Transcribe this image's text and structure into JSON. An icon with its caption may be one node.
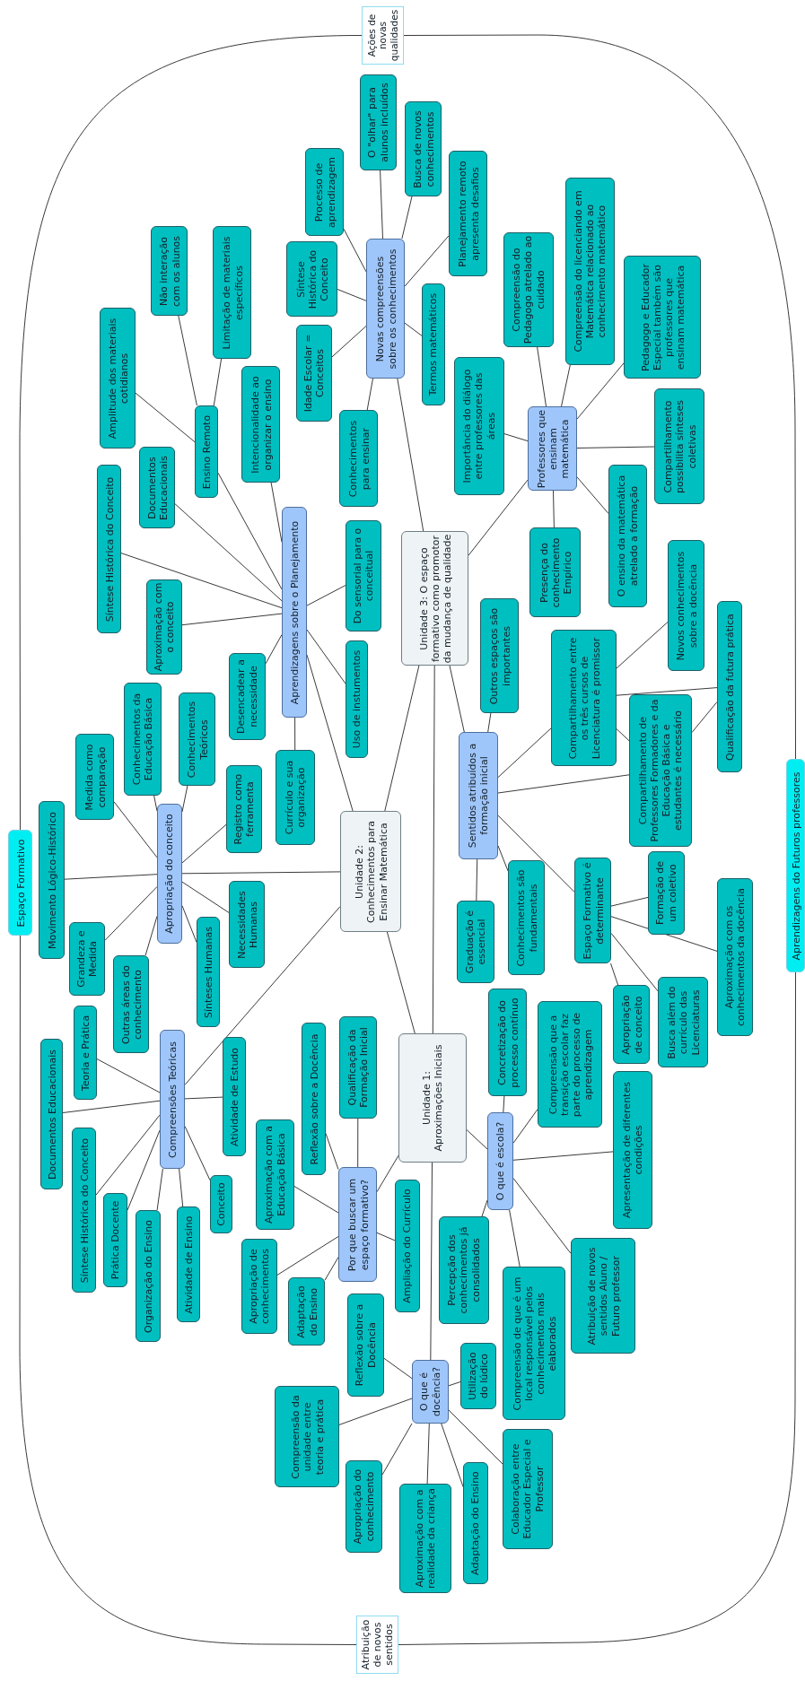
{
  "diagram": {
    "nodes": [
      {
        "text": [
          "Ações de novas qualidades"
        ]
      },
      {
        "text": [
          "Espaço Formativo"
        ]
      },
      {
        "text": [
          "Aprendizagens do Futuros professores"
        ]
      },
      {
        "text": [
          "Atribuição de novos sentidos"
        ]
      },
      {
        "text": [
          "O \"olhar\" para alunos incluídos"
        ]
      },
      {
        "text": [
          "Busca de novos conhecimentos"
        ]
      },
      {
        "text": [
          "Processo de aprendizagem"
        ]
      },
      {
        "text": [
          "Planejamento remoto apresenta desafios"
        ]
      },
      {
        "text": [
          "Não interação com os alunos"
        ]
      },
      {
        "text": [
          "Limitação de materiais específicos"
        ]
      },
      {
        "text": [
          "Compreensão do licenciando em Matemática relacionado ao conhecimento matemático"
        ]
      },
      {
        "text": [
          "Compreensão do Pedagogo atrelado ao cuidado"
        ]
      },
      {
        "text": [
          "Novas compreensões sobre os conhecimentos"
        ]
      },
      {
        "text": [
          "Síntese Histórica do Conceito"
        ]
      },
      {
        "text": [
          "Pedagogo e Educador Especial também são professores que ensinam matemática"
        ]
      },
      {
        "text": [
          "Termos matemáticos"
        ]
      },
      {
        "text": [
          "Amplitude dos materiais cotidianos"
        ]
      },
      {
        "text": [
          "Idade Escolar = Conceitos"
        ]
      },
      {
        "text": [
          "Importância do diálogo entre professores das áreas"
        ]
      },
      {
        "text": [
          "Intencionalidade ao organizar o ensino"
        ]
      },
      {
        "text": [
          "Compartilhamento possibilita sínteses coletivas"
        ]
      },
      {
        "text": [
          "Ensino Remoto"
        ]
      },
      {
        "text": [
          "Professores que ensinam matemática"
        ]
      },
      {
        "text": [
          "Conhecimentos para ensinar"
        ]
      },
      {
        "text": [
          "Documentos Educacionais"
        ]
      },
      {
        "text": [
          "Síntese Histórica do Conceito"
        ]
      },
      {
        "text": [
          "O ensino da matemática atrelado a formação"
        ]
      },
      {
        "text": [
          "Aprendizagens sobre o Planejamento"
        ]
      },
      {
        "text": [
          "Do sensorial para o conceitual"
        ]
      },
      {
        "text": [
          "Presença do conhecimento Empírico"
        ]
      },
      {
        "text": [
          "Unidade 3: O espaço formativo como promotor da mudança de qualidade"
        ]
      },
      {
        "text": [
          "Novos conhecimentos sobre a docência"
        ]
      },
      {
        "text": [
          "Aproximação com o conceito"
        ]
      },
      {
        "text": [
          "Outros espaços são importantes"
        ]
      },
      {
        "text": [
          "Qualificação da futura prática"
        ]
      },
      {
        "text": [
          "Compartilhamento entre os três cursos de Licenciatura é promissor"
        ]
      },
      {
        "text": [
          "Uso de instumentos"
        ]
      },
      {
        "text": [
          "Desencadear a necessidade"
        ]
      },
      {
        "text": [
          "Conhecimentos da Educação Básica"
        ]
      },
      {
        "text": [
          "Conhecimentos Teóricos"
        ]
      },
      {
        "text": [
          "Compartilhamento de Professores Formadores e da Educação Básica e estudantes é necessário"
        ]
      },
      {
        "text": [
          "Sentidos atribuídos a formação inicial"
        ]
      },
      {
        "text": [
          "Medida como comparação"
        ]
      },
      {
        "text": [
          "Currículo e sua organização"
        ]
      },
      {
        "text": [
          "Registro como ferramenta"
        ]
      },
      {
        "text": [
          "Movimento Lógico-Histórico"
        ]
      },
      {
        "text": [
          "Apropriação do conceito"
        ]
      },
      {
        "text": [
          "Unidade 2: Conhecimentos para Ensinar Matemática"
        ]
      },
      {
        "text": [
          "Formação de um coletivo"
        ]
      },
      {
        "text": [
          "Espaço Formativo é determinante"
        ]
      },
      {
        "text": [
          "Conhecimentos são fundamentais"
        ]
      },
      {
        "text": [
          "Aproximação com os conhecimentos da docência"
        ]
      },
      {
        "text": [
          "Necessidades Humanas"
        ]
      },
      {
        "text": [
          "Graduação é essencial"
        ]
      },
      {
        "text": [
          "Sínteses Humanas"
        ]
      },
      {
        "text": [
          "Grandeza e Medida"
        ]
      },
      {
        "text": [
          "Outras áreas do conhecimento"
        ]
      },
      {
        "text": [
          "Busca além do currículo das Licenciaturas"
        ]
      },
      {
        "text": [
          "Apropriação de conceito"
        ]
      },
      {
        "text": [
          "Concretização do processo contínuo"
        ]
      },
      {
        "text": [
          "Compreensão que a transição escolar faz parte do processo de aprendizagem"
        ]
      },
      {
        "text": [
          "Teoria e Prática"
        ]
      },
      {
        "text": [
          "Qualificação da Formação Inicial"
        ]
      },
      {
        "text": [
          "Reflexão sobre a Docência"
        ]
      },
      {
        "text": [
          "Compreensões Teóricas"
        ]
      },
      {
        "text": [
          "Unidade 1: Aproximações Iniciais"
        ]
      },
      {
        "text": [
          "Atividade de Estudo"
        ]
      },
      {
        "text": [
          "Documentos Educacionais"
        ]
      },
      {
        "text": [
          "Apresentação de diferentes condições"
        ]
      },
      {
        "text": [
          "O que é escola?"
        ]
      },
      {
        "text": [
          "Aproximação com a Educação Básica"
        ]
      },
      {
        "text": [
          "Síntese Histórica do Conceito"
        ]
      },
      {
        "text": [
          "Por que buscar um espaço formativo?"
        ]
      },
      {
        "text": [
          "Conceito"
        ]
      },
      {
        "text": [
          "Ampliação do Currículo"
        ]
      },
      {
        "text": [
          "Prática Docente"
        ]
      },
      {
        "text": [
          "Atividade de Ensino"
        ]
      },
      {
        "text": [
          "Organização do Ensino"
        ]
      },
      {
        "text": [
          "Percepção dos conhecimentos já consolidados"
        ]
      },
      {
        "text": [
          "Atribuição de novos sentidos Aluno / Futuro professor"
        ]
      },
      {
        "text": [
          "Apropriação de conhecimentos"
        ]
      },
      {
        "text": [
          "Compreensão de que é um local responsável pelos conhecimentos mais elaborados"
        ]
      },
      {
        "text": [
          "Adaptação do Ensino"
        ]
      },
      {
        "text": [
          "Reflexão sobre a Docência"
        ]
      },
      {
        "text": [
          "Utilização do lúdico"
        ]
      },
      {
        "text": [
          "O que é docência?"
        ]
      },
      {
        "text": [
          "Compreensão da unidade entre teoria e prática"
        ]
      },
      {
        "text": [
          "Colaboração entre Educador Especial e Professor"
        ]
      },
      {
        "text": [
          "Apropriação do conhecimento"
        ]
      },
      {
        "text": [
          "Adaptação do Ensino"
        ]
      },
      {
        "text": [
          "Aproximação com a realidade da criança"
        ]
      }
    ],
    "edges": [
      {
        "from": 0,
        "to": 1,
        "arrow": "none"
      },
      {
        "from": 1,
        "to": 3,
        "arrow": "none"
      },
      {
        "from": 3,
        "to": 2,
        "arrow": "none"
      },
      {
        "from": 2,
        "to": 0,
        "arrow": "none"
      },
      {
        "from": 12,
        "to": 4,
        "arrow": "none"
      },
      {
        "from": 12,
        "to": 6,
        "arrow": "none"
      },
      {
        "from": 12,
        "to": 13,
        "arrow": "none"
      },
      {
        "from": 12,
        "to": 17,
        "arrow": "none"
      },
      {
        "from": 12,
        "to": 23,
        "arrow": "none"
      },
      {
        "from": 12,
        "to": 5,
        "arrow": "none"
      },
      {
        "from": 12,
        "to": 7,
        "arrow": "none"
      },
      {
        "from": 12,
        "to": 15,
        "arrow": "none"
      },
      {
        "from": 30,
        "to": 12,
        "arrow": "none"
      },
      {
        "from": 22,
        "to": 11,
        "arrow": "none"
      },
      {
        "from": 22,
        "to": 10,
        "arrow": "none"
      },
      {
        "from": 22,
        "to": 14,
        "arrow": "none"
      },
      {
        "from": 22,
        "to": 18,
        "arrow": "none"
      },
      {
        "from": 22,
        "to": 20,
        "arrow": "none"
      },
      {
        "from": 22,
        "to": 29,
        "arrow": "none"
      },
      {
        "from": 22,
        "to": 26,
        "arrow": "none"
      },
      {
        "from": 30,
        "to": 22,
        "arrow": "none"
      },
      {
        "from": 30,
        "to": 47,
        "arrow": "none"
      },
      {
        "from": 30,
        "to": 65,
        "arrow": "none"
      },
      {
        "from": 30,
        "to": 41,
        "arrow": "none"
      },
      {
        "from": 47,
        "to": 27,
        "arrow": "none"
      },
      {
        "from": 47,
        "to": 46,
        "arrow": "none"
      },
      {
        "from": 47,
        "to": 64,
        "arrow": "none"
      },
      {
        "from": 47,
        "to": 65,
        "arrow": "none"
      },
      {
        "from": 27,
        "to": 21,
        "arrow": "none"
      },
      {
        "from": 27,
        "to": 19,
        "arrow": "none"
      },
      {
        "from": 27,
        "to": 24,
        "arrow": "none"
      },
      {
        "from": 27,
        "to": 25,
        "arrow": "none"
      },
      {
        "from": 27,
        "to": 32,
        "arrow": "none"
      },
      {
        "from": 27,
        "to": 37,
        "arrow": "none"
      },
      {
        "from": 27,
        "to": 43,
        "arrow": "none"
      },
      {
        "from": 27,
        "to": 28,
        "arrow": "none"
      },
      {
        "from": 27,
        "to": 36,
        "arrow": "none"
      },
      {
        "from": 21,
        "to": 16,
        "arrow": "none"
      },
      {
        "from": 21,
        "to": 8,
        "arrow": "none"
      },
      {
        "from": 21,
        "to": 9,
        "arrow": "none"
      },
      {
        "from": 46,
        "to": 45,
        "arrow": "none"
      },
      {
        "from": 46,
        "to": 42,
        "arrow": "none"
      },
      {
        "from": 46,
        "to": 38,
        "arrow": "none"
      },
      {
        "from": 46,
        "to": 39,
        "arrow": "none"
      },
      {
        "from": 46,
        "to": 44,
        "arrow": "none"
      },
      {
        "from": 46,
        "to": 55,
        "arrow": "none"
      },
      {
        "from": 46,
        "to": 56,
        "arrow": "none"
      },
      {
        "from": 46,
        "to": 54,
        "arrow": "none"
      },
      {
        "from": 46,
        "to": 52,
        "arrow": "none"
      },
      {
        "from": 64,
        "to": 61,
        "arrow": "none"
      },
      {
        "from": 64,
        "to": 67,
        "arrow": "none"
      },
      {
        "from": 64,
        "to": 66,
        "arrow": "none"
      },
      {
        "from": 64,
        "to": 71,
        "arrow": "none"
      },
      {
        "from": 64,
        "to": 75,
        "arrow": "none"
      },
      {
        "from": 64,
        "to": 77,
        "arrow": "none"
      },
      {
        "from": 64,
        "to": 76,
        "arrow": "none"
      },
      {
        "from": 64,
        "to": 73,
        "arrow": "none"
      },
      {
        "from": 72,
        "to": 63,
        "arrow": "none"
      },
      {
        "from": 72,
        "to": 62,
        "arrow": "none"
      },
      {
        "from": 72,
        "to": 70,
        "arrow": "none"
      },
      {
        "from": 72,
        "to": 80,
        "arrow": "none"
      },
      {
        "from": 72,
        "to": 82,
        "arrow": "none"
      },
      {
        "from": 72,
        "to": 74,
        "arrow": "none"
      },
      {
        "from": 65,
        "to": 72,
        "arrow": "none"
      },
      {
        "from": 85,
        "to": 83,
        "arrow": "none"
      },
      {
        "from": 85,
        "to": 86,
        "arrow": "none"
      },
      {
        "from": 85,
        "to": 88,
        "arrow": "none"
      },
      {
        "from": 85,
        "to": 90,
        "arrow": "none"
      },
      {
        "from": 85,
        "to": 89,
        "arrow": "none"
      },
      {
        "from": 85,
        "to": 87,
        "arrow": "none"
      },
      {
        "from": 85,
        "to": 84,
        "arrow": "none"
      },
      {
        "from": 65,
        "to": 85,
        "arrow": "none"
      },
      {
        "from": 65,
        "to": 69,
        "arrow": "none"
      },
      {
        "from": 69,
        "to": 59,
        "arrow": "none"
      },
      {
        "from": 69,
        "to": 60,
        "arrow": "none"
      },
      {
        "from": 69,
        "to": 68,
        "arrow": "none"
      },
      {
        "from": 69,
        "to": 79,
        "arrow": "none"
      },
      {
        "from": 69,
        "to": 81,
        "arrow": "none"
      },
      {
        "from": 69,
        "to": 78,
        "arrow": "none"
      },
      {
        "from": 41,
        "to": 33,
        "arrow": "none"
      },
      {
        "from": 41,
        "to": 35,
        "arrow": "none"
      },
      {
        "from": 41,
        "to": 40,
        "arrow": "none"
      },
      {
        "from": 41,
        "to": 49,
        "arrow": "none"
      },
      {
        "from": 41,
        "to": 50,
        "arrow": "none"
      },
      {
        "from": 41,
        "to": 53,
        "arrow": "none"
      },
      {
        "from": 35,
        "to": 31,
        "arrow": "none"
      },
      {
        "from": 35,
        "to": 34,
        "arrow": "none"
      },
      {
        "from": 35,
        "to": 40,
        "arrow": "none"
      },
      {
        "from": 40,
        "to": 34,
        "arrow": "none"
      },
      {
        "from": 49,
        "to": 48,
        "arrow": "none"
      },
      {
        "from": 49,
        "to": 51,
        "arrow": "none"
      },
      {
        "from": 49,
        "to": 57,
        "arrow": "none"
      },
      {
        "from": 49,
        "to": 58,
        "arrow": "none"
      }
    ]
  }
}
